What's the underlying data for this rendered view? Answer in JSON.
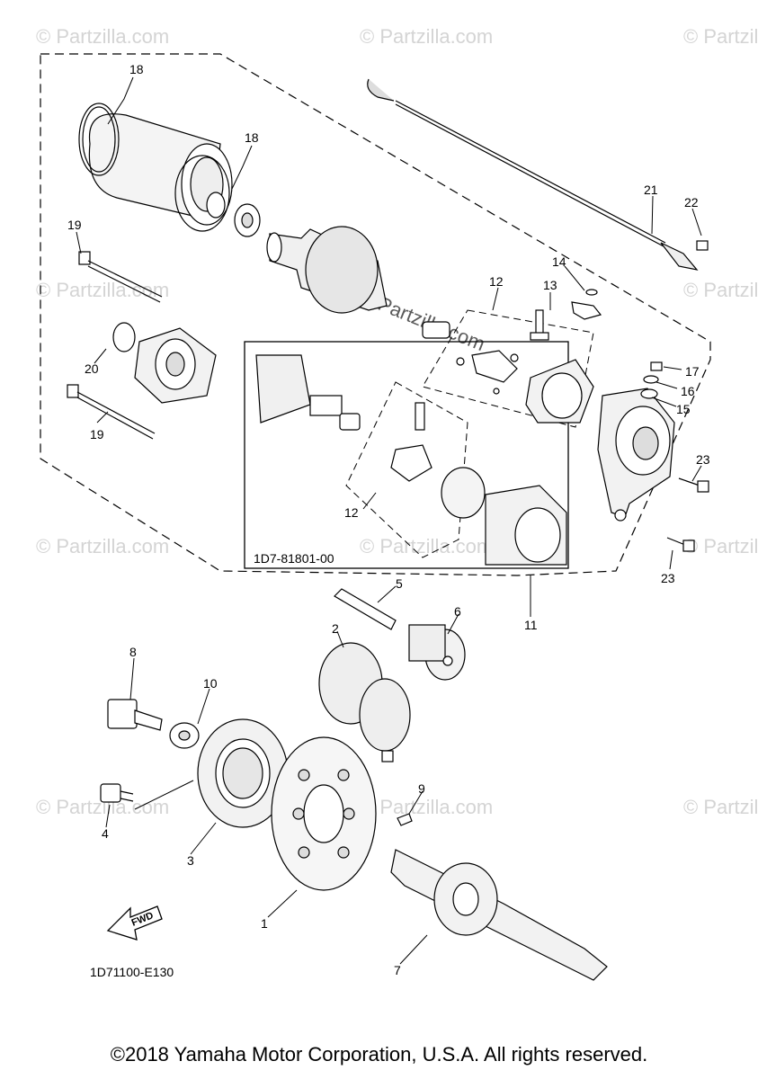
{
  "watermark": {
    "text": "© Partzilla.com",
    "center_text": "© Partzilla.com"
  },
  "callouts": {
    "c1": "1",
    "c2": "2",
    "c3": "3",
    "c4": "4",
    "c5": "5",
    "c6": "6",
    "c7": "7",
    "c8": "8",
    "c9": "9",
    "c10": "10",
    "c11": "11",
    "c12a": "12",
    "c12b": "12",
    "c13": "13",
    "c14": "14",
    "c15": "15",
    "c16": "16",
    "c17": "17",
    "c18a": "18",
    "c18b": "18",
    "c19a": "19",
    "c19b": "19",
    "c20": "20",
    "c21": "21",
    "c22": "22",
    "c23a": "23",
    "c23b": "23"
  },
  "inset_code": "1D7-81801-00",
  "diagram_code": "1D71100-E130",
  "fwd_label": "FWD",
  "copyright": "©2018 Yamaha Motor Corporation, U.S.A. All rights reserved."
}
